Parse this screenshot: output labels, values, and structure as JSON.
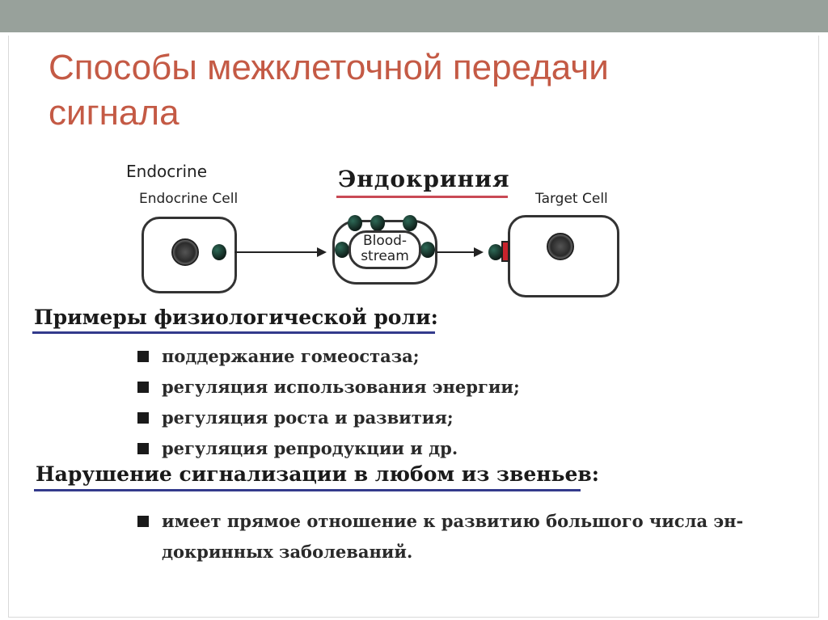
{
  "slide": {
    "title_line1": "Способы межклеточной передачи",
    "title_line2": "сигнала"
  },
  "diagram": {
    "label_endocrine": "Endocrine",
    "label_endocrine_cell": "Endocrine Cell",
    "label_target_cell": "Target Cell",
    "heading_ru": "Эндокриния",
    "blood_line1": "Blood-",
    "blood_line2": "stream"
  },
  "section1": {
    "heading": "Примеры физиологической роли:",
    "items": [
      "поддержание гомеостаза;",
      "регуляция использования энергии;",
      "регуляция роста и развития;",
      "регуляция репродукции и др."
    ]
  },
  "section2": {
    "heading": "Нарушение сигнализации в любом из звеньев:",
    "items": [
      "имеет прямое отношение к развитию большого числа эн-",
      "докринных заболеваний."
    ]
  },
  "colors": {
    "title": "#c45a45",
    "topbar": "#98a19b",
    "underline_red": "#c94a55",
    "underline_blue": "#333a8c"
  }
}
